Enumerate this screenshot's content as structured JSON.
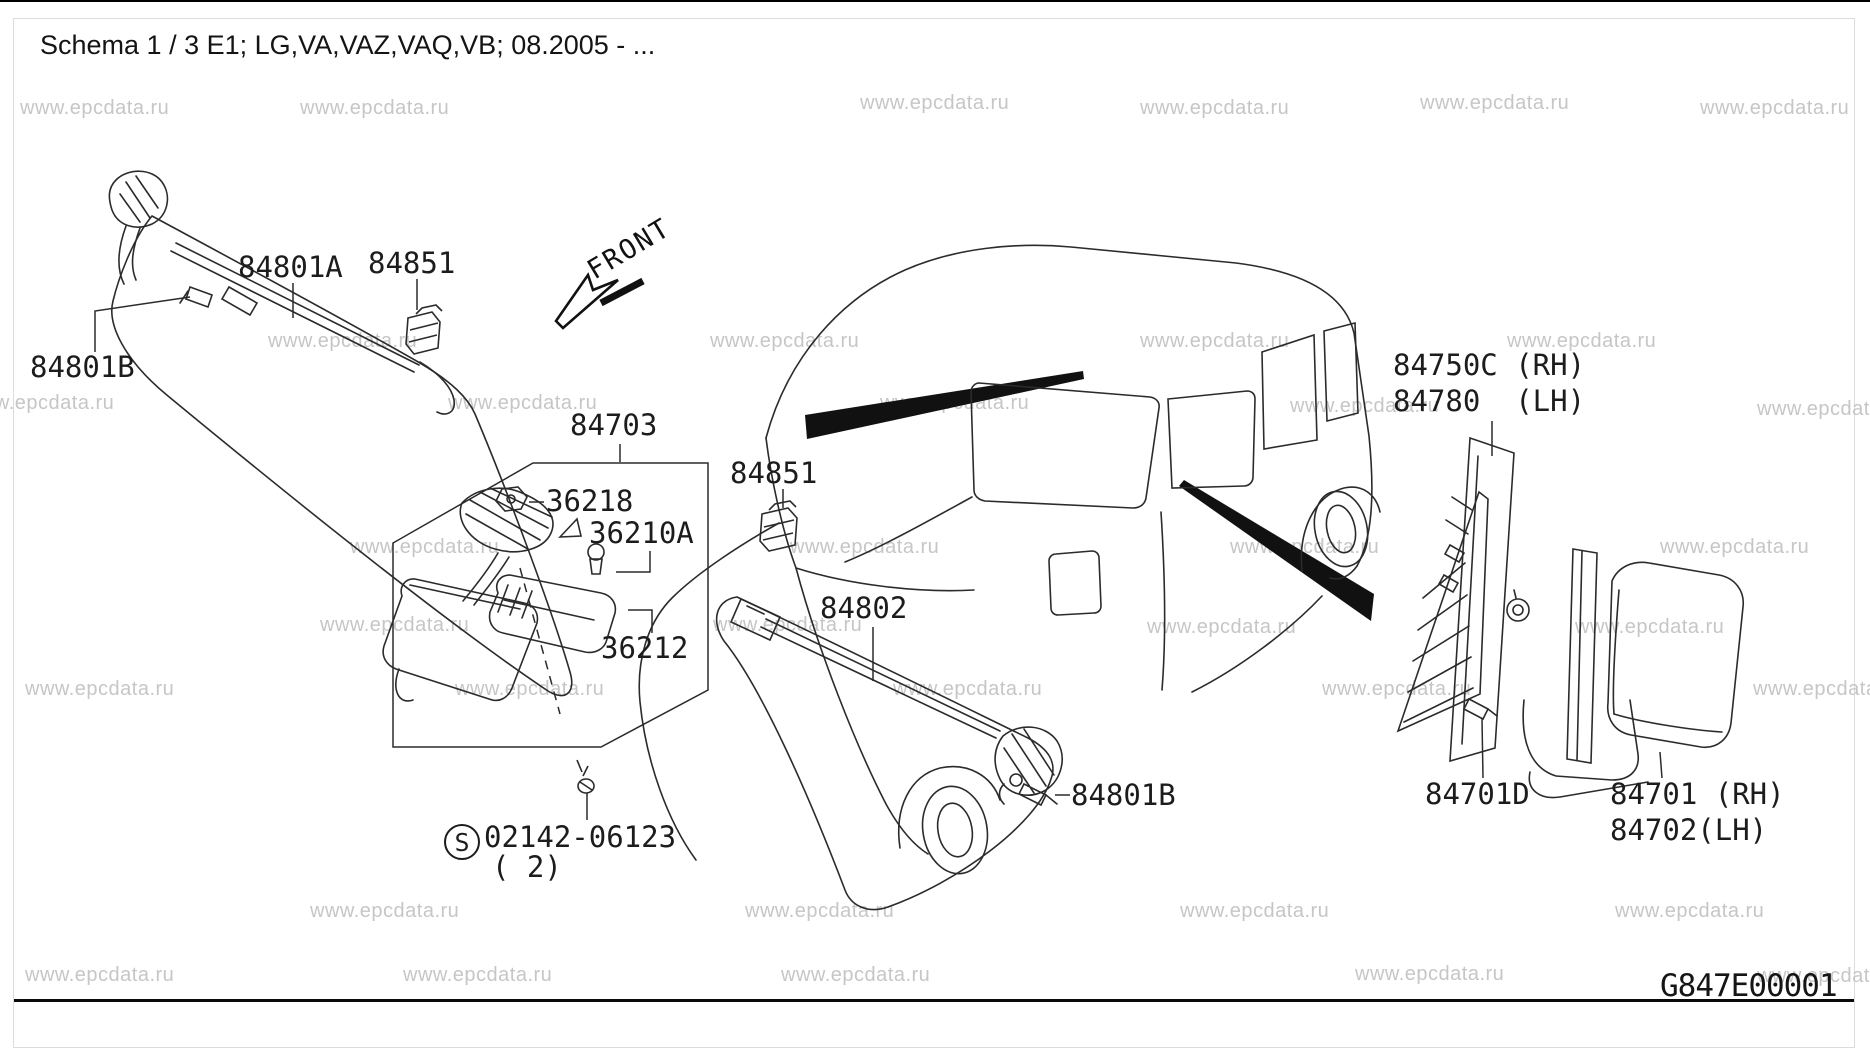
{
  "title": "Schema 1 / 3 E1; LG,VA,VAZ,VAQ,VB; 08.2005 - ...",
  "drawing_code": "G847E00001",
  "front_label": "FRONT",
  "watermark": {
    "text": "www.epcdata.ru",
    "color": "#c6c6c6",
    "positions": [
      [
        20,
        97
      ],
      [
        300,
        97
      ],
      [
        860,
        92
      ],
      [
        1140,
        97
      ],
      [
        1420,
        92
      ],
      [
        1700,
        97
      ],
      [
        268,
        330
      ],
      [
        710,
        330
      ],
      [
        1140,
        330
      ],
      [
        1507,
        330
      ],
      [
        -35,
        392
      ],
      [
        448,
        392
      ],
      [
        880,
        392
      ],
      [
        1290,
        395
      ],
      [
        1757,
        398
      ],
      [
        350,
        536
      ],
      [
        790,
        536
      ],
      [
        1230,
        536
      ],
      [
        1660,
        536
      ],
      [
        320,
        614
      ],
      [
        713,
        614
      ],
      [
        1147,
        616
      ],
      [
        1575,
        616
      ],
      [
        25,
        678
      ],
      [
        455,
        678
      ],
      [
        893,
        678
      ],
      [
        1322,
        678
      ],
      [
        1753,
        678
      ],
      [
        310,
        900
      ],
      [
        745,
        900
      ],
      [
        1180,
        900
      ],
      [
        1615,
        900
      ],
      [
        25,
        964
      ],
      [
        403,
        964
      ],
      [
        781,
        964
      ],
      [
        1355,
        963
      ],
      [
        1757,
        965
      ]
    ]
  },
  "parts": {
    "p84801a": "84801A",
    "p84851": "84851",
    "p84801b": "84801B",
    "p84703": "84703",
    "p36218": "36218",
    "p36210a": "36210A",
    "p36212": "36212",
    "p84802": "84802",
    "p84750c": "84750C (RH)",
    "p84780": "84780  (LH)",
    "p84701d": "84701D",
    "p84701": "84701 (RH)",
    "p84702": "84702(LH)"
  },
  "fastener": {
    "symbol": "S",
    "number": "02142-06123",
    "quantity": "( 2)"
  }
}
